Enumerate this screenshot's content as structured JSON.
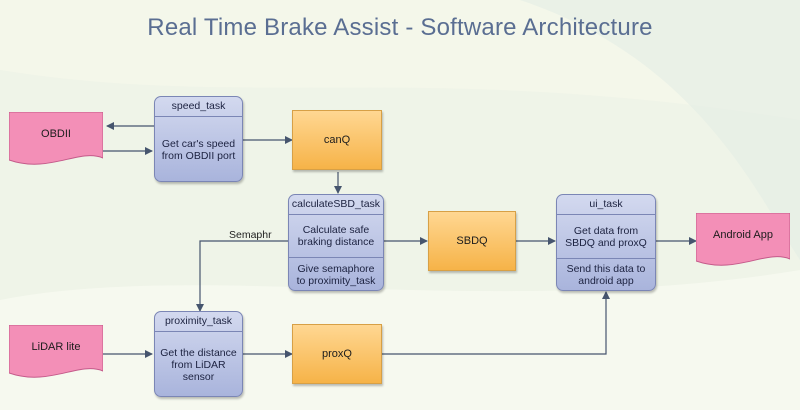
{
  "title": "Real Time Brake Assist - Software Architecture",
  "tasks": {
    "speed": {
      "header": "speed_task",
      "body": "Get car's speed from OBDII port"
    },
    "calc": {
      "header": "calculateSBD_task",
      "body": "Calculate safe braking distance",
      "footer": "Give semaphore to proximity_task"
    },
    "proximity": {
      "header": "proximity_task",
      "body": "Get the distance from LiDAR sensor"
    },
    "ui": {
      "header": "ui_task",
      "body": "Get data from SBDQ and proxQ",
      "footer": "Send this data to android app"
    }
  },
  "queues": {
    "canq": "canQ",
    "sbdq": "SBDQ",
    "proxq": "proxQ"
  },
  "documents": {
    "obdii": "OBDII",
    "lidar": "LiDAR lite",
    "android": "Android App"
  },
  "semaphore_label": "Semaphr",
  "colors": {
    "task_fill": "#b8c1e4",
    "queue_fill": "#fcc35e",
    "document_fill": "#f38fb7",
    "title": "#5a6e92",
    "connector": "#46556e"
  }
}
